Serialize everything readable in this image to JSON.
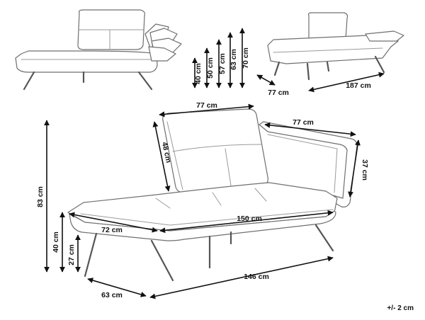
{
  "labels": {
    "side_h1": "40 cm",
    "side_h2": "50 cm",
    "side_h3": "57 cm",
    "side_h4": "63 cm",
    "side_h5": "70 cm",
    "flat_width": "77 cm",
    "flat_length": "187 cm",
    "back_width": "77 cm",
    "back_height": "48 cm",
    "arm_length": "77 cm",
    "arm_height": "37 cm",
    "total_height": "83 cm",
    "seat_height": "40 cm",
    "leg_height": "27 cm",
    "seat_depth": "72 cm",
    "seat_length": "150 cm",
    "base_depth": "63 cm",
    "base_length": "146 cm"
  },
  "tolerance": "+/- 2 cm"
}
